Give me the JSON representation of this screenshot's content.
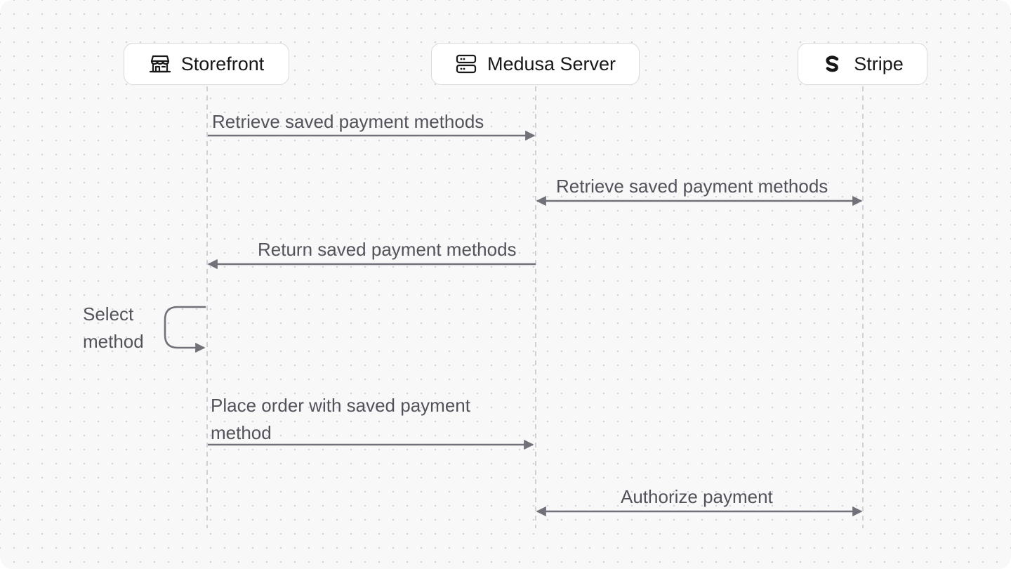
{
  "actors": {
    "storefront": {
      "label": "Storefront",
      "icon": "storefront-icon"
    },
    "server": {
      "label": "Medusa Server",
      "icon": "server-icon"
    },
    "stripe": {
      "label": "Stripe",
      "icon": "stripe-logo-icon"
    }
  },
  "messages": [
    {
      "text": "Retrieve saved payment methods",
      "from": "Storefront",
      "to": "Medusa Server"
    },
    {
      "text": "Retrieve saved payment methods",
      "from": "Medusa Server",
      "to": "Stripe",
      "bidirectional": true
    },
    {
      "text": "Return saved payment methods",
      "from": "Medusa Server",
      "to": "Storefront"
    },
    {
      "text_line1": "Select",
      "text_line2": "method",
      "from": "Storefront",
      "to": "Storefront"
    },
    {
      "text_line1": "Place order with saved payment",
      "text_line2": "method",
      "from": "Storefront",
      "to": "Medusa Server"
    },
    {
      "text": "Authorize payment",
      "from": "Medusa Server",
      "to": "Stripe",
      "bidirectional": true
    }
  ],
  "colors": {
    "background": "#f8f8f9",
    "line": "#71717a",
    "lifeline": "#c4c4c9",
    "text": "#52525b",
    "actor_text": "#18181b"
  }
}
